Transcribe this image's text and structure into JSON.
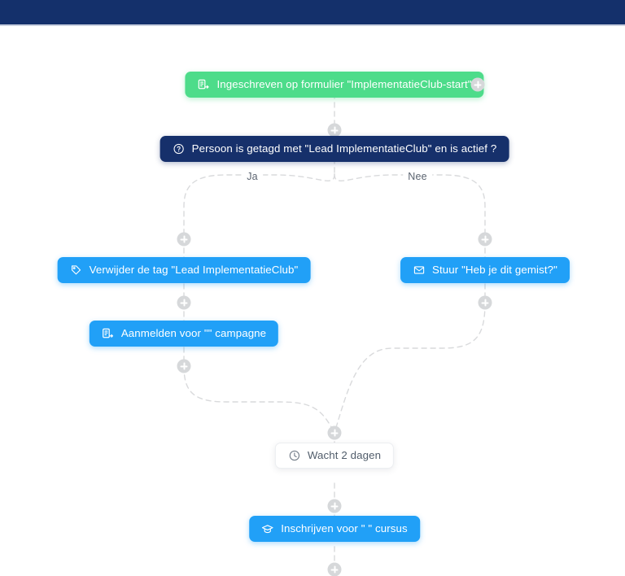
{
  "header": {
    "bar_color": "#14306b"
  },
  "colors": {
    "trigger_green": "#4ddc8a",
    "condition_navy": "#16306b",
    "action_blue": "#21a0f7",
    "delay_white": "#ffffff",
    "connector_gray": "#d6d8da",
    "edge_gray": "#d9dadc",
    "canvas_bg": "#ffffff"
  },
  "flow": {
    "nodes": [
      {
        "id": "trigger",
        "type": "trigger",
        "icon": "form-subscribe-icon",
        "label": "Ingeschreven op formulier \"ImplementatieClub-start\""
      },
      {
        "id": "condition",
        "type": "condition",
        "icon": "question-circle-icon",
        "label": "Persoon is getagd met \"Lead ImplementatieClub\" en is actief ?"
      },
      {
        "id": "remove-tag",
        "type": "action",
        "icon": "tag-icon",
        "label": "Verwijder de tag \"Lead ImplementatieClub\""
      },
      {
        "id": "send-email",
        "type": "action",
        "icon": "envelope-icon",
        "label": "Stuur \"Heb je dit gemist?\""
      },
      {
        "id": "campaign-signup",
        "type": "action",
        "icon": "campaign-icon",
        "label": "Aanmelden voor \"\" campagne"
      },
      {
        "id": "wait",
        "type": "delay",
        "icon": "clock-icon",
        "label": "Wacht 2 dagen"
      },
      {
        "id": "course-enroll",
        "type": "action",
        "icon": "graduation-cap-icon",
        "label": "Inschrijven voor \" \" cursus"
      }
    ],
    "branch_labels": {
      "yes": "Ja",
      "no": "Nee"
    },
    "add_step_tooltip": "+"
  }
}
